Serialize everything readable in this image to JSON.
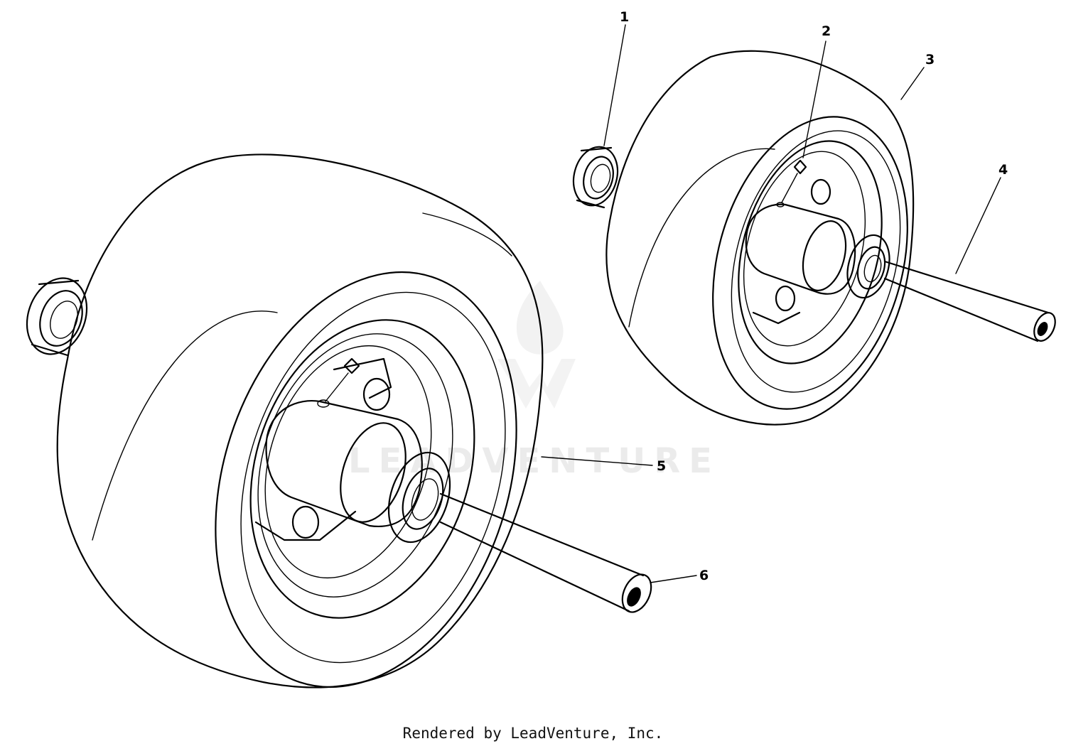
{
  "callouts": [
    {
      "id": "1",
      "label": "1"
    },
    {
      "id": "2",
      "label": "2"
    },
    {
      "id": "3",
      "label": "3"
    },
    {
      "id": "4",
      "label": "4"
    },
    {
      "id": "5",
      "label": "5"
    },
    {
      "id": "6",
      "label": "6"
    }
  ],
  "watermark": {
    "text": "LEADVENTURE",
    "icon": "leadventure-flame-logo",
    "color": "#c8c8c8"
  },
  "footer": {
    "credit": "Rendered by LeadVenture, Inc."
  }
}
